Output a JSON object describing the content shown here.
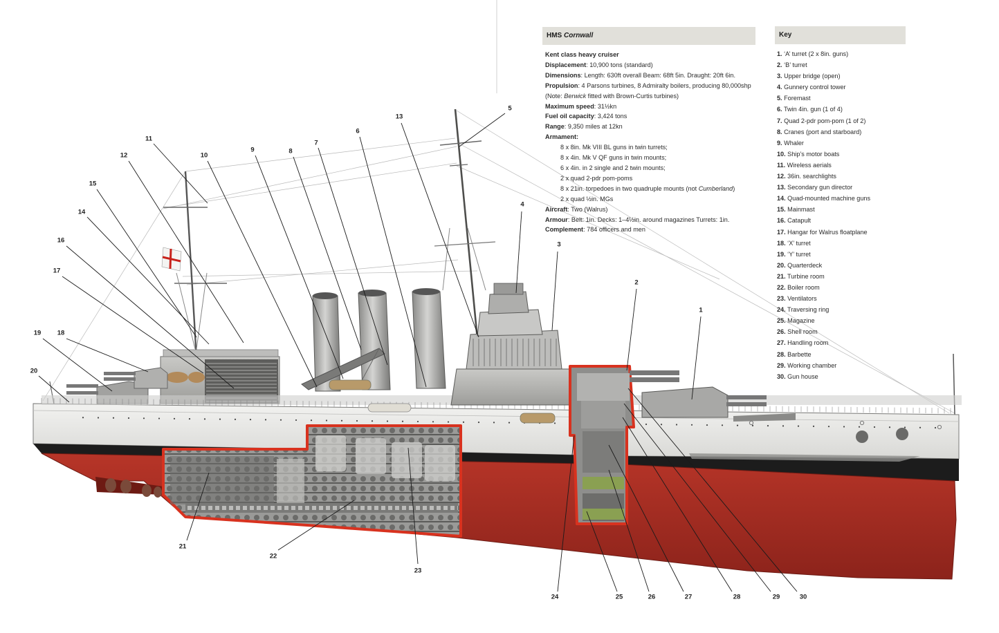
{
  "specs": {
    "title": "HMS",
    "title_italic": "Cornwall",
    "ship_class": "Kent class heavy cruiser",
    "displacement_label": "Displacement",
    "displacement": ": 10,900 tons (standard)",
    "dimensions_label": "Dimensions",
    "dimensions": ": Length: 630ft overall Beam: 68ft 5in.  Draught: 20ft 6in.",
    "propulsion_label": "Propulsion",
    "propulsion": ": 4 Parsons turbines, 8 Admiralty boilers, producing 80,000shp",
    "propulsion_note_pre": "(Note: ",
    "propulsion_note_italic": "Berwick",
    "propulsion_note_post": " fitted with Brown-Curtis turbines)",
    "max_speed_label": "Maximum speed",
    "max_speed": ": 31½kn",
    "fuel_label": "Fuel oil capacity",
    "fuel": ": 3,424 tons",
    "range_label": "Range",
    "range": ": 9,350 miles at 12kn",
    "armament_label": "Armament",
    "armament_colon": ":",
    "armament": [
      "8 x 8in. Mk VIII BL guns in twin turrets;",
      "8 x 4in. Mk V QF guns in twin mounts;",
      "6 x 4in. in 2 single and 2 twin mounts;",
      "2 x quad 2-pdr pom-poms",
      "8 x 21in. torpedoes in two quadruple mounts (not ",
      "2 x quad ½in. MGs"
    ],
    "armament_italic": "Cumberland",
    "armament_close": ")",
    "aircraft_label": "Aircraft",
    "aircraft": ": Two (Walrus)",
    "armour_label": "Armour",
    "armour": ": Belt: 1in. Decks: 1–4½in. around magazines Turrets: 1in.",
    "complement_label": "Complement",
    "complement": ": 784 officers and men"
  },
  "key": {
    "title": "Key",
    "items": [
      {
        "num": "1.",
        "label": " ‘A’ turret (2 x 8in. guns)"
      },
      {
        "num": "2.",
        "label": " ‘B’ turret"
      },
      {
        "num": "3.",
        "label": " Upper bridge (open)"
      },
      {
        "num": "4.",
        "label": " Gunnery control tower"
      },
      {
        "num": "5.",
        "label": " Foremast"
      },
      {
        "num": "6.",
        "label": " Twin 4in. gun (1 of 4)"
      },
      {
        "num": "7.",
        "label": " Quad 2-pdr pom-pom (1 of 2)"
      },
      {
        "num": "8.",
        "label": " Cranes (port and starboard)"
      },
      {
        "num": "9.",
        "label": " Whaler"
      },
      {
        "num": "10.",
        "label": " Ship’s motor boats"
      },
      {
        "num": "11.",
        "label": " Wireless aerials"
      },
      {
        "num": "12.",
        "label": " 36in. searchlights"
      },
      {
        "num": "13.",
        "label": " Secondary gun director"
      },
      {
        "num": "14.",
        "label": " Quad-mounted machine guns"
      },
      {
        "num": "15.",
        "label": " Mainmast"
      },
      {
        "num": "16.",
        "label": " Catapult"
      },
      {
        "num": "17.",
        "label": " Hangar for Walrus floatplane"
      },
      {
        "num": "18.",
        "label": " ‘X’ turret"
      },
      {
        "num": "19.",
        "label": " ‘Y’ turret"
      },
      {
        "num": "20.",
        "label": " Quarterdeck"
      },
      {
        "num": "21.",
        "label": " Turbine room"
      },
      {
        "num": "22.",
        "label": " Boiler room"
      },
      {
        "num": "23.",
        "label": " Ventilators"
      },
      {
        "num": "24.",
        "label": " Traversing ring"
      },
      {
        "num": "25.",
        "label": " Magazine"
      },
      {
        "num": "26.",
        "label": " Shell room"
      },
      {
        "num": "27.",
        "label": " Handling room"
      },
      {
        "num": "28.",
        "label": " Barbette"
      },
      {
        "num": "29.",
        "label": " Working chamber"
      },
      {
        "num": "30.",
        "label": " Gun house"
      }
    ]
  },
  "callouts": [
    "1",
    "2",
    "3",
    "4",
    "5",
    "6",
    "7",
    "8",
    "9",
    "10",
    "11",
    "12",
    "13",
    "14",
    "15",
    "16",
    "17",
    "18",
    "19",
    "20",
    "21",
    "22",
    "23",
    "24",
    "25",
    "26",
    "27",
    "28",
    "29",
    "30"
  ],
  "colors": {
    "hull_upper": "#e7e7e5",
    "hull_lower": "#a52c22",
    "boot_topping": "#1a1a1a",
    "cutaway_outline": "#d8321f",
    "panel_header": "#e1e0da"
  }
}
